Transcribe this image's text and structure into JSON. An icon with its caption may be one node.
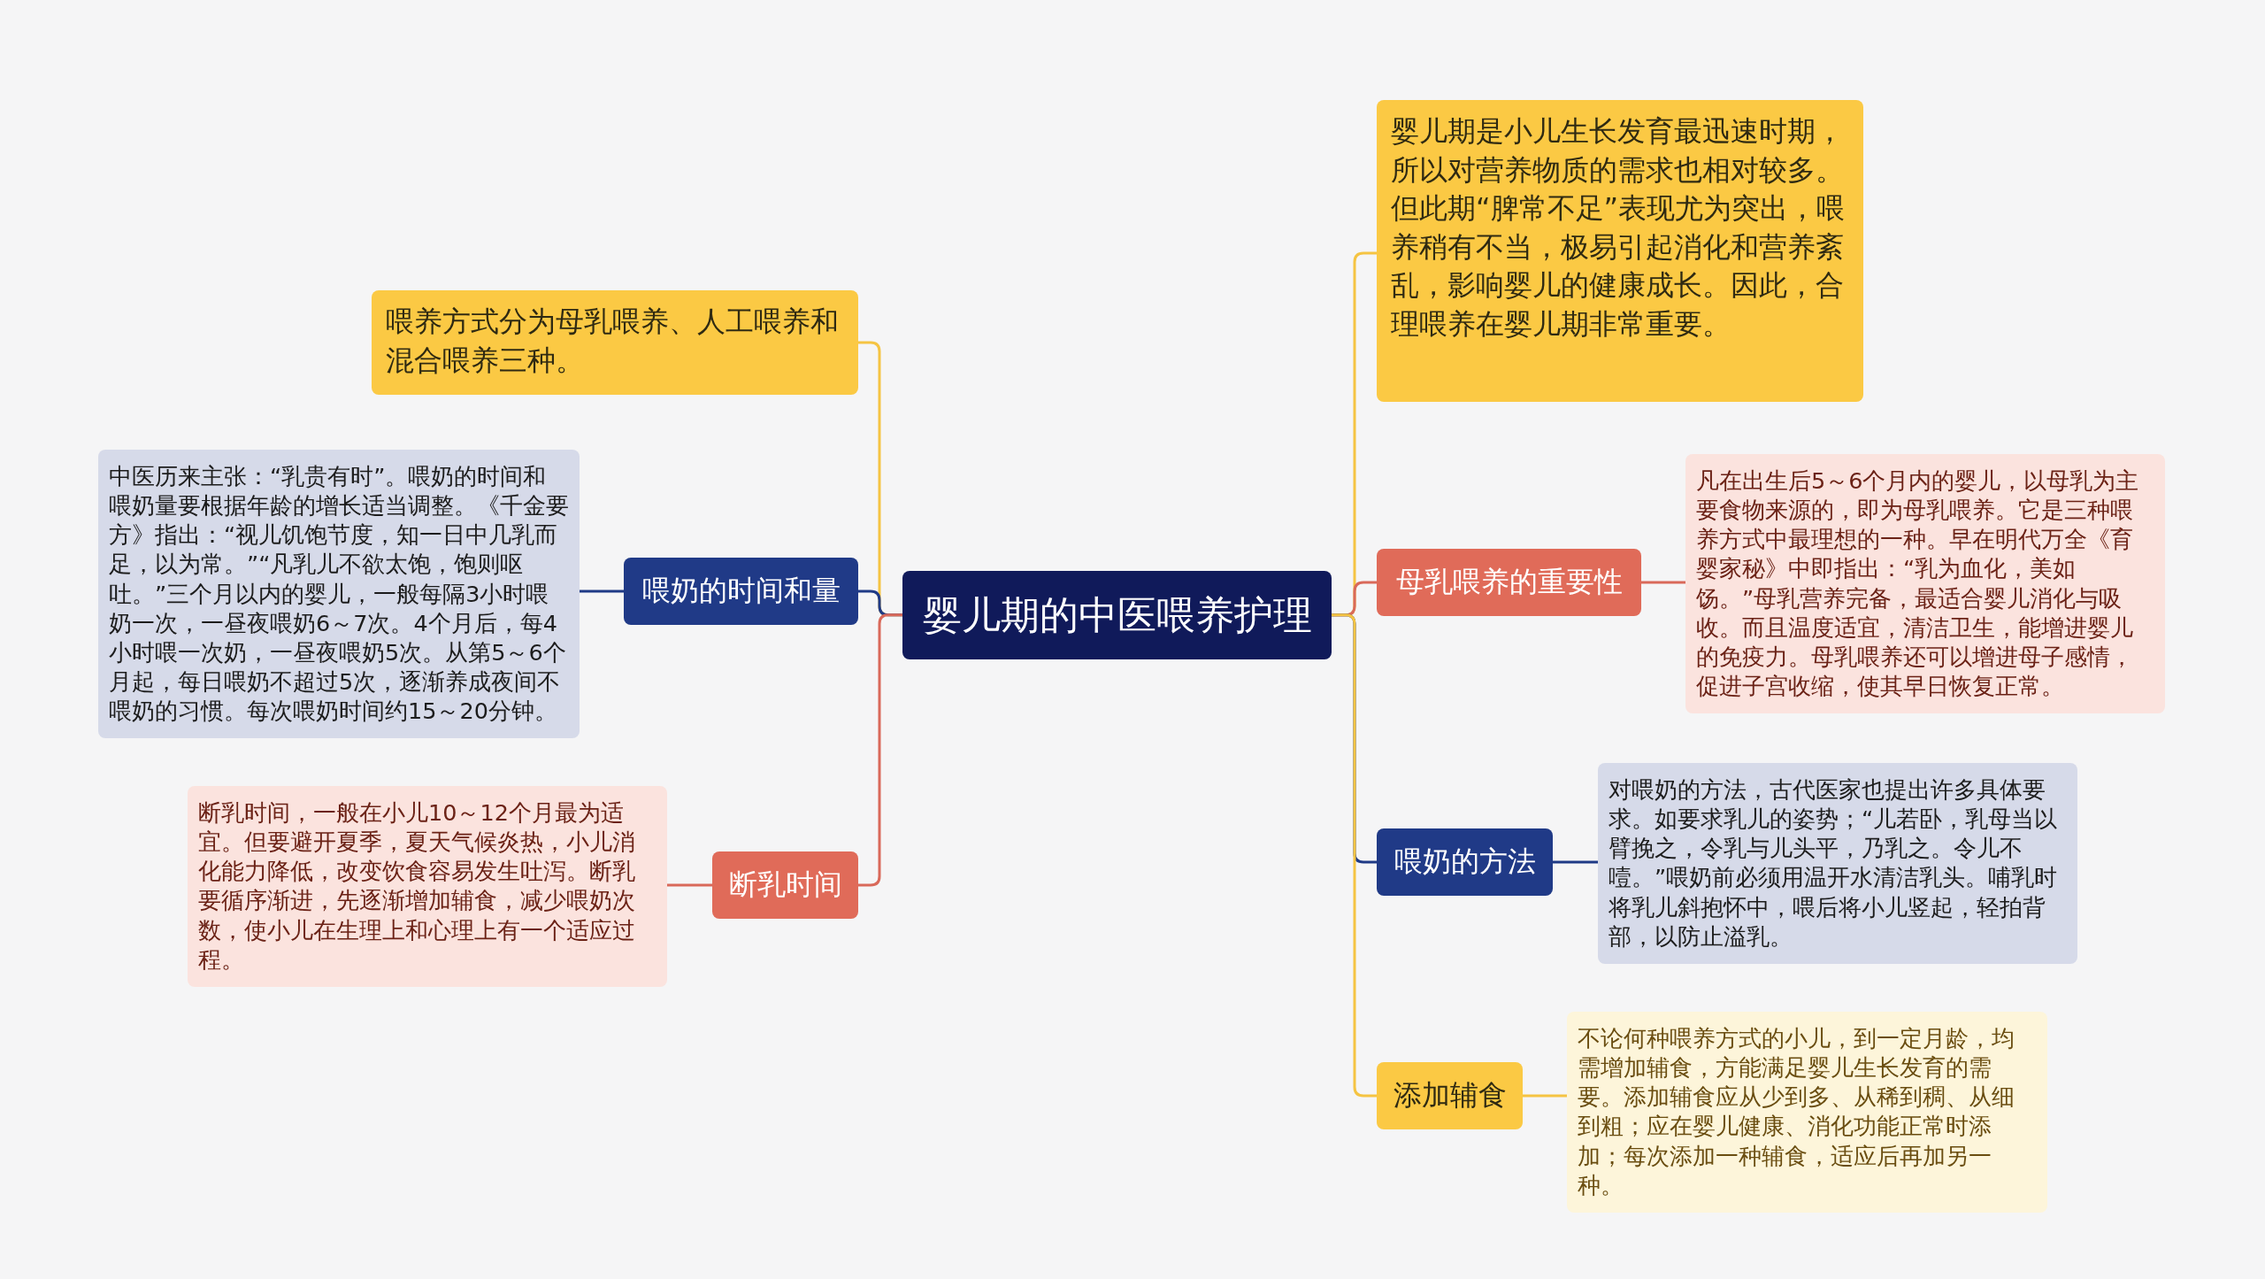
{
  "diagram": {
    "nodes": [
      {
        "text": [
          "婴儿期的中医喂养护理"
        ]
      },
      {
        "text": [
          "喂养方式分为母乳喂养、人工喂养和混合喂养三种。"
        ]
      },
      {
        "text": [
          "喂奶的时间和量"
        ]
      },
      {
        "text": [
          "中医历来主张：“乳贵有时”。喂奶的时间和喂奶量要根据年龄的增长适当调整。《千金要方》指出：“视儿饥饱节度，知一日中几乳而足，以为常。”“凡乳儿不欲太饱，饱则呕吐。”三个月以内的婴儿，一般每隔3小时喂奶一次，一昼夜喂奶6～7次。4个月后，每4小时喂一次奶，一昼夜喂奶5次。从第5～6个月起，每日喂奶不超过5次，逐渐养成夜间不喂奶的习惯。每次喂奶时间约15～20分钟。"
        ]
      },
      {
        "text": [
          "断乳时间"
        ]
      },
      {
        "text": [
          "断乳时间，一般在小儿10～12个月最为适宜。但要避开夏季，夏天气候炎热，小儿消化能力降低，改变饮食容易发生吐泻。断乳要循序渐进，先逐渐增加辅食，减少喂奶次数，使小儿在生理上和心理上有一个适应过程。"
        ]
      },
      {
        "text": [
          "婴儿期是小儿生长发育最迅速时期，所以对营养物质的需求也相对较多。但此期“脾常不足”表现尤为突出，喂养稍有不当，极易引起消化和营养紊乱，影响婴儿的健康成长。因此，合理喂养在婴儿期非常重要。"
        ]
      },
      {
        "text": [
          "母乳喂养的重要性"
        ]
      },
      {
        "text": [
          "凡在出生后5～6个月内的婴儿，以母乳为主要食物来源的，即为母乳喂养。它是三种喂养方式中最理想的一种。早在明代万全《育婴家秘》中即指出：“乳为血化，美如饧。”母乳营养完备，最适合婴儿消化与吸收。而且温度适宜，清洁卫生，能增进婴儿的免疫力。母乳喂养还可以增进母子感情，促进子宫收缩，使其早日恢复正常。"
        ]
      },
      {
        "text": [
          "喂奶的方法"
        ]
      },
      {
        "text": [
          "对喂奶的方法，古代医家也提出许多具体要求。如要求乳儿的姿势；“儿若卧，乳母当以臂挽之，令乳与儿头平，乃乳之。令儿不噎。”喂奶前必须用温开水清洁乳头。哺乳时将乳儿斜抱怀中，喂后将小儿竖起，轻拍背部，以防止溢乳。"
        ]
      },
      {
        "text": [
          "添加辅食"
        ]
      },
      {
        "text": [
          "不论何种喂养方式的小儿，到一定月龄，均需增加辅食，方能满足婴儿生长发育的需要。添加辅食应从少到多、从稀到稠、从细到粗；应在婴儿健康、消化功能正常时添加；每次添加一种辅食，适应后再加另一种。"
        ]
      }
    ],
    "edges": [
      {
        "from": 0,
        "to": 1,
        "arrow": "none",
        "color": "#f5c443"
      },
      {
        "from": 0,
        "to": 2,
        "arrow": "none",
        "color": "#1f3a86"
      },
      {
        "from": 2,
        "to": 3,
        "arrow": "none",
        "color": "#1f3a86"
      },
      {
        "from": 0,
        "to": 4,
        "arrow": "none",
        "color": "#d9695a"
      },
      {
        "from": 4,
        "to": 5,
        "arrow": "none",
        "color": "#d9695a"
      },
      {
        "from": 0,
        "to": 6,
        "arrow": "none",
        "color": "#f5c443"
      },
      {
        "from": 0,
        "to": 7,
        "arrow": "none",
        "color": "#d9695a"
      },
      {
        "from": 7,
        "to": 8,
        "arrow": "none",
        "color": "#d9695a"
      },
      {
        "from": 0,
        "to": 9,
        "arrow": "none",
        "color": "#1f3a86"
      },
      {
        "from": 9,
        "to": 10,
        "arrow": "none",
        "color": "#1f3a86"
      },
      {
        "from": 0,
        "to": 11,
        "arrow": "none",
        "color": "#f5c443"
      },
      {
        "from": 11,
        "to": 12,
        "arrow": "none",
        "color": "#f5c443"
      }
    ]
  }
}
